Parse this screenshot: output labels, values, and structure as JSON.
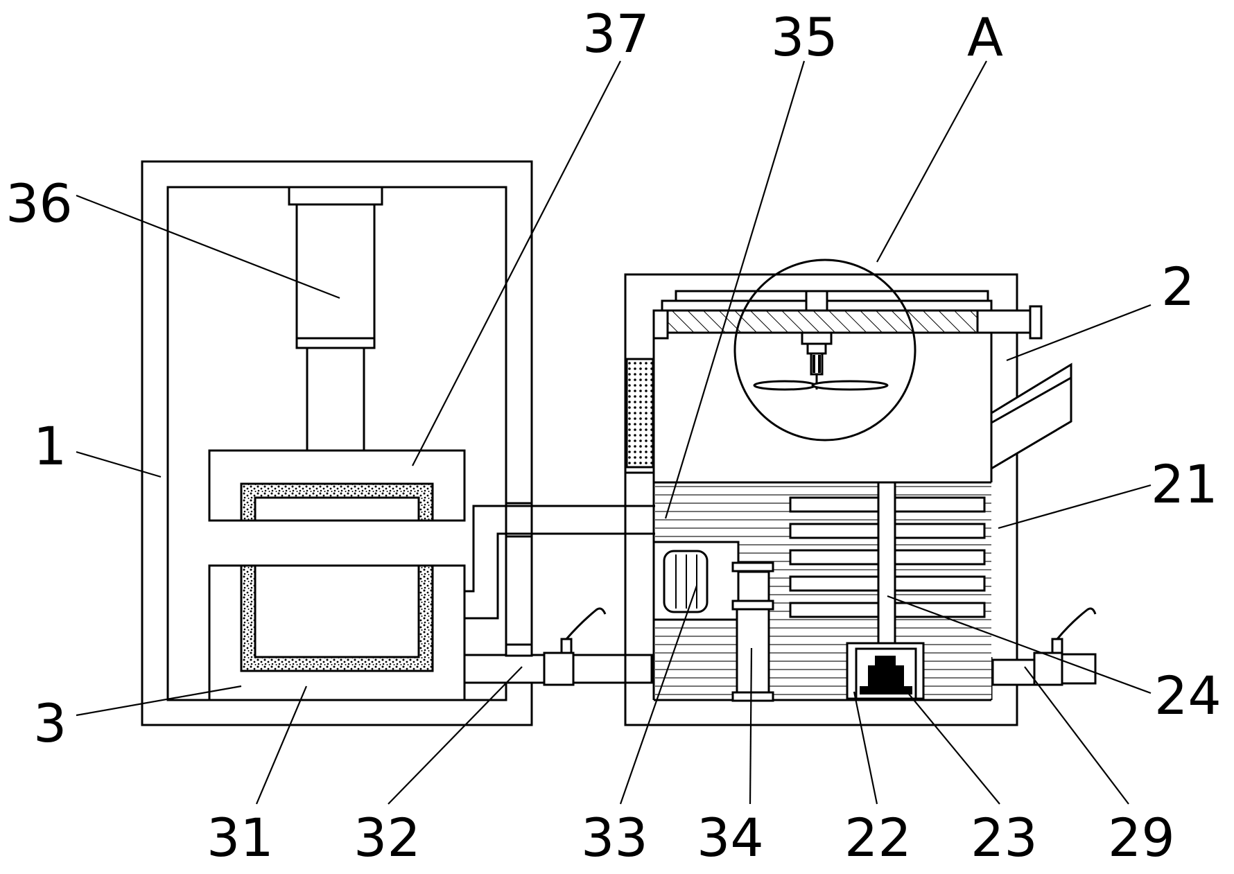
{
  "labels": {
    "l1": "1",
    "l2": "2",
    "l3": "3",
    "l21": "21",
    "l22": "22",
    "l23": "23",
    "l24": "24",
    "l29": "29",
    "l31": "31",
    "l32": "32",
    "l33": "33",
    "l34": "34",
    "l35": "35",
    "l36": "36",
    "l37": "37",
    "lA": "A"
  }
}
